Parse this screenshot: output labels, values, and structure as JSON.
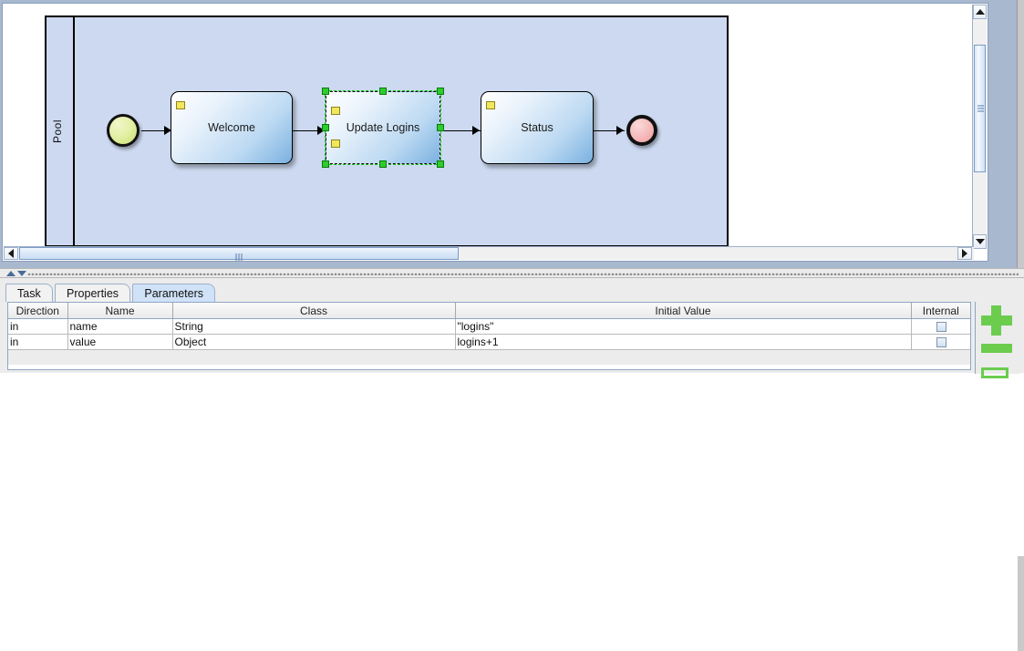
{
  "diagram": {
    "pool": {
      "label": "Pool"
    },
    "start_event": {
      "name": "start-event",
      "type": "start"
    },
    "end_event": {
      "name": "end-event",
      "type": "end"
    },
    "nodes": [
      {
        "label": "Welcome",
        "selected": false
      },
      {
        "label": "Update Logins",
        "selected": true
      },
      {
        "label": "Status",
        "selected": false
      }
    ]
  },
  "tabs": [
    {
      "label": "Task",
      "active": false
    },
    {
      "label": "Properties",
      "active": false
    },
    {
      "label": "Parameters",
      "active": true
    }
  ],
  "table": {
    "columns": [
      "Direction",
      "Name",
      "Class",
      "Initial Value",
      "Internal"
    ],
    "rows": [
      {
        "direction": "in",
        "name": "name",
        "class": "String",
        "initial_value": "\"logins\"",
        "internal": false
      },
      {
        "direction": "in",
        "name": "value",
        "class": "Object",
        "initial_value": "logins+1",
        "internal": false
      }
    ]
  },
  "side_buttons": [
    {
      "name": "add-parameter",
      "glyph": "plus"
    },
    {
      "name": "remove-parameter",
      "glyph": "minus"
    },
    {
      "name": "edit-parameter",
      "glyph": "square"
    }
  ],
  "colors": {
    "accent_green": "#6ccc4e",
    "pool_fill": "#ccd9f0",
    "task_blue": "#7ab1e0",
    "selection_green": "#2ecc2e",
    "tab_active": "#cfe2f8"
  }
}
